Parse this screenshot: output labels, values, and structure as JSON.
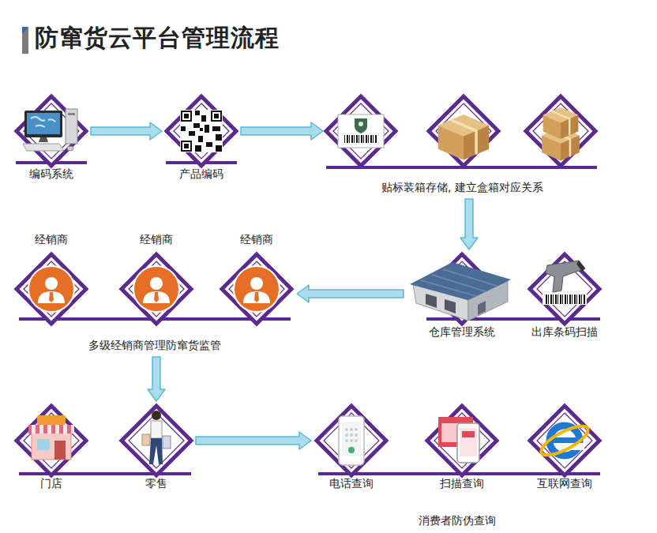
{
  "diagram": {
    "title": "防窜货云平台管理流程",
    "nodes": [
      {
        "text": [
          "编码系统"
        ]
      },
      {
        "text": [
          "产品编码"
        ]
      },
      {
        "text": [
          "贴标装箱存储, 建立盒箱对应关系"
        ]
      },
      {
        "text": [
          "多级经销商管理防窜货监管"
        ]
      },
      {
        "text": [
          "经销商"
        ],
        "in": 3
      },
      {
        "text": [
          "经销商"
        ],
        "in": 3
      },
      {
        "text": [
          "经销商"
        ],
        "in": 3
      },
      {
        "text": [
          "仓库管理系统"
        ]
      },
      {
        "text": [
          "出库条码扫描"
        ]
      },
      {
        "text": [
          "门店"
        ]
      },
      {
        "text": [
          "零售"
        ]
      },
      {
        "text": [
          "消费者防伪查询"
        ]
      },
      {
        "text": [
          "电话查询"
        ],
        "in": 11
      },
      {
        "text": [
          "扫描查询"
        ],
        "in": 11
      },
      {
        "text": [
          "互联网查询"
        ],
        "in": 11
      }
    ],
    "edges": [
      {
        "from": 0,
        "to": 1,
        "arrow": "to"
      },
      {
        "from": 1,
        "to": 2,
        "arrow": "to"
      },
      {
        "from": 2,
        "to": 7,
        "arrow": "to"
      },
      {
        "from": 7,
        "to": 3,
        "arrow": "to"
      },
      {
        "from": 3,
        "to": 10,
        "arrow": "to"
      },
      {
        "from": 10,
        "to": 11,
        "arrow": "to"
      }
    ]
  }
}
